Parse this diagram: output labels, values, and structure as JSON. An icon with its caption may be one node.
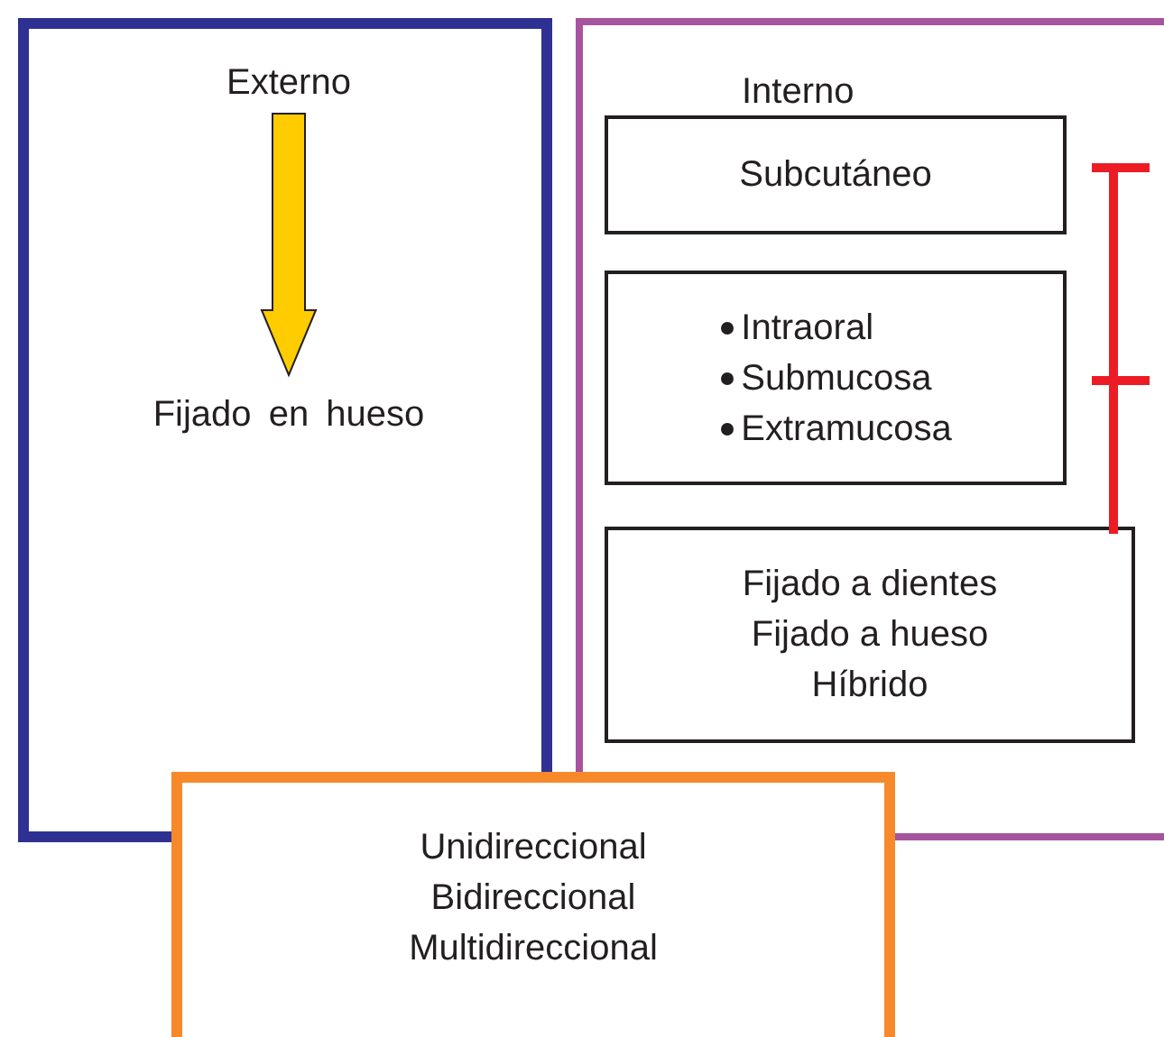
{
  "diagram": {
    "nodes": [
      {
        "text": [],
        "shape": "box"
      },
      {
        "text": [
          "Externo"
        ],
        "in": 0
      },
      {
        "text": [
          "Fijado en hueso"
        ],
        "in": 0
      },
      {
        "text": [
          "Interno"
        ]
      },
      {
        "text": [
          "Subcutáneo"
        ],
        "in": 3
      },
      {
        "text": [
          "Intraoral",
          "Submucosa",
          "Extramucosa"
        ],
        "in": 3
      },
      {
        "text": [
          "Fijado a dientes",
          "Fijado a hueso",
          "Híbrido"
        ],
        "in": 3
      },
      {
        "text": [
          "Unidireccional",
          "Bidireccional",
          "Multidireccional"
        ]
      }
    ],
    "edges": [
      {
        "from": 1,
        "to": 2,
        "arrow": "to",
        "style": "thick",
        "color": "#ffcc00"
      }
    ]
  }
}
